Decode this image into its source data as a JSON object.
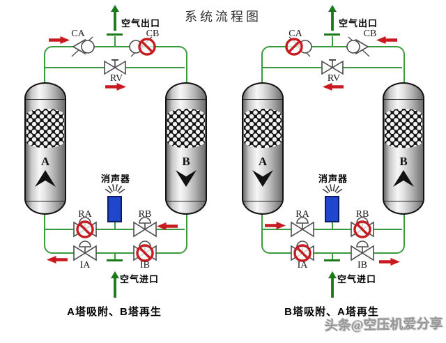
{
  "title": "系统流程图",
  "watermark": "头条@空压机爱分享",
  "colors": {
    "pipe_green": "#3c9a3e",
    "port_green": "#1c7a1c",
    "flow_red": "#c81a20",
    "muffler_blue": "#1f46cc"
  },
  "diagrams": [
    {
      "caption": "A塔吸附、B塔再生",
      "air_outlet_label": "空气出口",
      "air_inlet_label": "空气进口",
      "muffler_label": "消声器",
      "towers": [
        {
          "label": "A",
          "flow": "up"
        },
        {
          "label": "B",
          "flow": "down"
        }
      ],
      "valves": [
        {
          "id": "CA",
          "label": "CA",
          "type": "check",
          "state": "open"
        },
        {
          "id": "CB",
          "label": "CB",
          "type": "check",
          "state": "closed"
        },
        {
          "id": "RV",
          "label": "RV",
          "type": "globe",
          "state": "open"
        },
        {
          "id": "RA",
          "label": "RA",
          "type": "shutoff",
          "state": "closed"
        },
        {
          "id": "RB",
          "label": "RB",
          "type": "shutoff",
          "state": "open"
        },
        {
          "id": "IA",
          "label": "IA",
          "type": "shutoff",
          "state": "open"
        },
        {
          "id": "IB",
          "label": "IB",
          "type": "shutoff",
          "state": "closed"
        }
      ],
      "flow_arrows": [
        {
          "at": "top-left",
          "dir": "right"
        },
        {
          "at": "rv",
          "dir": "right"
        },
        {
          "at": "regen-right",
          "dir": "left"
        },
        {
          "at": "inlet-left",
          "dir": "left"
        }
      ]
    },
    {
      "caption": "B塔吸附、A塔再生",
      "air_outlet_label": "空气出口",
      "air_inlet_label": "空气进口",
      "muffler_label": "消声器",
      "towers": [
        {
          "label": "A",
          "flow": "down"
        },
        {
          "label": "B",
          "flow": "up"
        }
      ],
      "valves": [
        {
          "id": "CA",
          "label": "CA",
          "type": "check",
          "state": "closed"
        },
        {
          "id": "CB",
          "label": "CB",
          "type": "check",
          "state": "open"
        },
        {
          "id": "RV",
          "label": "RV",
          "type": "globe",
          "state": "open"
        },
        {
          "id": "RA",
          "label": "RA",
          "type": "shutoff",
          "state": "open"
        },
        {
          "id": "RB",
          "label": "RB",
          "type": "shutoff",
          "state": "closed"
        },
        {
          "id": "IA",
          "label": "IA",
          "type": "shutoff",
          "state": "closed"
        },
        {
          "id": "IB",
          "label": "IB",
          "type": "shutoff",
          "state": "open"
        }
      ],
      "flow_arrows": [
        {
          "at": "top-right",
          "dir": "left"
        },
        {
          "at": "rv",
          "dir": "left"
        },
        {
          "at": "regen-left",
          "dir": "right"
        },
        {
          "at": "inlet-right",
          "dir": "right"
        }
      ]
    }
  ]
}
